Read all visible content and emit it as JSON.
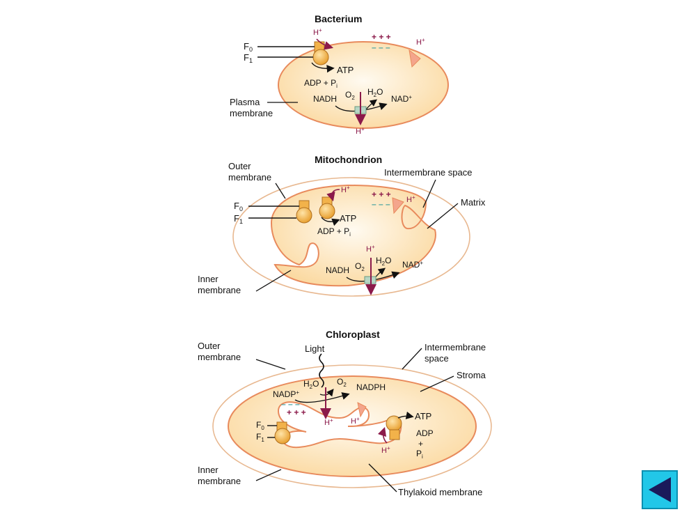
{
  "bacterium": {
    "title": "Bacterium",
    "f0": "F",
    "f0_sub": "0",
    "f1": "F",
    "f1_sub": "1",
    "h_top": "H",
    "h_right": "H",
    "h_bottom": "H",
    "plus_sup": "+",
    "plus_signs": "+ + +",
    "minus_signs": "– – –",
    "atp": "ATP",
    "adp_pi": "ADP + P",
    "pi_sub": "i",
    "nadh": "NADH",
    "o2": "O",
    "o2_sub": "2",
    "h2o": "H",
    "h2o_sub": "2",
    "h2o_end": "O",
    "nad": "NAD",
    "nad_sup": "+",
    "plasma_label_1": "Plasma",
    "plasma_label_2": "membrane"
  },
  "mitochondrion": {
    "title": "Mitochondrion",
    "outer_1": "Outer",
    "outer_2": "membrane",
    "intermembrane": "Intermembrane space",
    "matrix": "Matrix",
    "f0": "F",
    "f0_sub": "0",
    "f1": "F",
    "f1_sub": "1",
    "h_synth": "H",
    "h_right": "H",
    "h_mid": "H",
    "plus_sup": "+",
    "plus_signs": "+ + +",
    "minus_signs": "– – –",
    "atp": "ATP",
    "adp_pi": "ADP + P",
    "pi_sub": "i",
    "nadh": "NADH",
    "o2": "O",
    "o2_sub": "2",
    "h2o": "H",
    "h2o_sub": "2",
    "h2o_end": "O",
    "nad": "NAD",
    "nad_sup": "+",
    "inner_1": "Inner",
    "inner_2": "membrane"
  },
  "chloroplast": {
    "title": "Chloroplast",
    "outer_1": "Outer",
    "outer_2": "membrane",
    "light": "Light",
    "intermembrane_1": "Intermembrane",
    "intermembrane_2": "space",
    "stroma": "Stroma",
    "nadp": "NADP",
    "nadp_sup": "+",
    "h2o": "H",
    "h2o_sub": "2",
    "h2o_end": "O",
    "o2": "O",
    "o2_sub": "2",
    "nadph": "NADPH",
    "minus_signs": "– – –",
    "plus_signs": "+ + +",
    "h_a": "H",
    "h_b": "H",
    "h_c": "H",
    "plus_sup": "+",
    "f0": "F",
    "f0_sub": "0",
    "f1": "F",
    "f1_sub": "1",
    "atp": "ATP",
    "adp": "ADP",
    "plus": "+",
    "pi": "P",
    "pi_sub": "i",
    "inner_1": "Inner",
    "inner_2": "membrane",
    "thylakoid": "Thylakoid membrane"
  },
  "colors": {
    "cell_fill": "#fbe3b6",
    "membrane": "#e88a5c",
    "proton": "#8b1a4a",
    "synthase": "#f2b24a",
    "pump": "#f4a58c",
    "button": "#22c7e8"
  }
}
